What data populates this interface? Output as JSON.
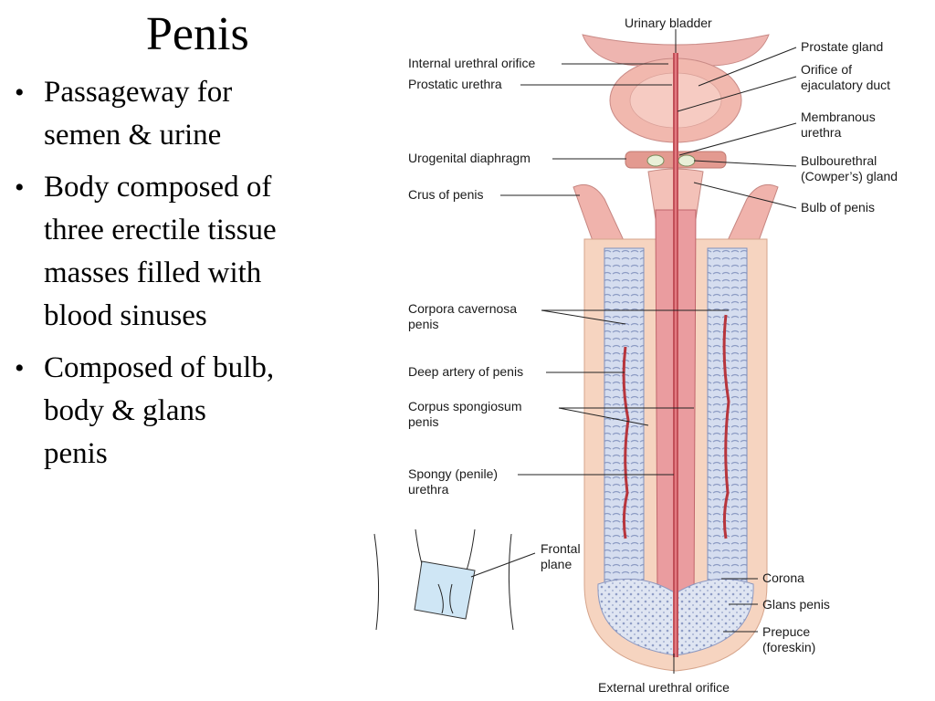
{
  "slide": {
    "title": "Penis",
    "bullets": [
      [
        "Passageway for",
        "semen & urine"
      ],
      [
        "Body composed of",
        "three erectile tissue",
        "masses filled with",
        "blood sinuses"
      ],
      [
        "Composed of bulb,",
        "body & glans",
        "penis"
      ]
    ]
  },
  "diagram": {
    "labels": {
      "urinary_bladder": [
        "Urinary bladder"
      ],
      "internal_urethral_orifice": [
        "Internal urethral orifice"
      ],
      "prostatic_urethra": [
        "Prostatic urethra"
      ],
      "prostate_gland": [
        "Prostate gland"
      ],
      "orifice_ejaculatory_duct": [
        "Orifice of",
        "ejaculatory duct"
      ],
      "membranous_urethra": [
        "Membranous",
        "urethra"
      ],
      "urogenital_diaphragm": [
        "Urogenital diaphragm"
      ],
      "bulbourethral_gland": [
        "Bulbourethral",
        "(Cowper’s) gland"
      ],
      "crus_of_penis": [
        "Crus of penis"
      ],
      "bulb_of_penis": [
        "Bulb of penis"
      ],
      "corpora_cavernosa": [
        "Corpora cavernosa",
        "penis"
      ],
      "deep_artery": [
        "Deep artery of penis"
      ],
      "corpus_spongiosum": [
        "Corpus spongiosum",
        "penis"
      ],
      "spongy_urethra": [
        "Spongy (penile)",
        "urethra"
      ],
      "frontal_plane": [
        "Frontal",
        "plane"
      ],
      "corona": [
        "Corona"
      ],
      "glans_penis": [
        "Glans penis"
      ],
      "prepuce": [
        "Prepuce",
        "(foreskin)"
      ],
      "external_urethral_orifice": [
        "External urethral orifice"
      ]
    },
    "colors": {
      "tissue_pink": "#e89a9a",
      "urethra_red": "#c9525a",
      "cavernosa_blue": "#cfd8ec",
      "inset_plane_blue": "#cfe6f5",
      "skin_tan": "#f2c9a6"
    }
  }
}
